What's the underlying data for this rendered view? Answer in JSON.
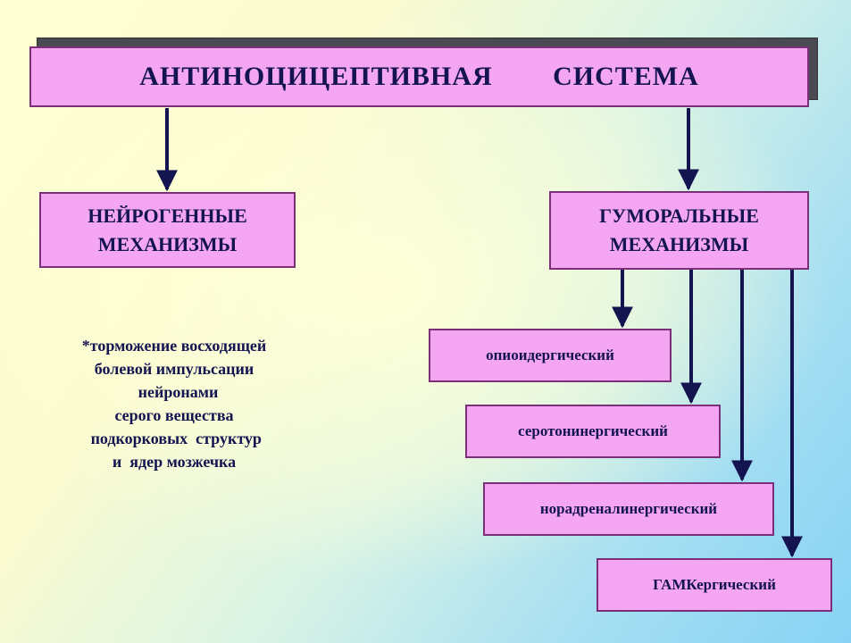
{
  "title": "АНТИНОЦИЦЕПТИВНАЯ   СИСТЕМА",
  "neurogenic": {
    "line1": "НЕЙРОГЕННЫЕ",
    "line2": "МЕХАНИЗМЫ"
  },
  "humoral": {
    "line1": "ГУМОРАЛЬНЫЕ",
    "line2": "МЕХАНИЗМЫ"
  },
  "humoral_types": [
    "опиоидергический",
    "серотонинергический",
    "норадреналинергический",
    "ГАМКергический"
  ],
  "neurogenic_description": [
    "*торможение восходящей",
    "болевой импульсации",
    "  нейронами",
    "серого вещества",
    " подкорковых  структур",
    "и  ядер мозжечка"
  ],
  "colors": {
    "box_fill": "#f5a6f3",
    "text": "#141450",
    "arrow": "#141450"
  }
}
